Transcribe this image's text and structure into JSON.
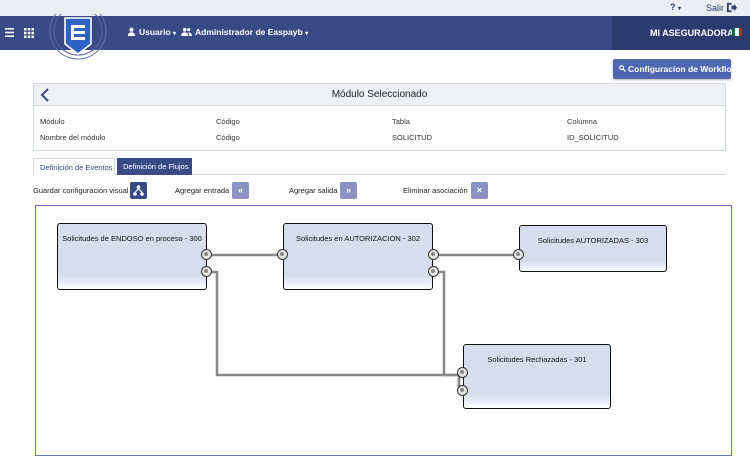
{
  "topbar": {
    "help_label": "?",
    "logout_label": "Salir"
  },
  "header": {
    "nav": [
      {
        "label": "Usuario",
        "icon": "user-icon"
      },
      {
        "label": "Administrador de Easpayb",
        "icon": "users-icon"
      }
    ],
    "brand": "MI ASEGURADORA",
    "flag_colors": [
      "#006847",
      "#ffffff",
      "#ce1126"
    ]
  },
  "workflow_button": {
    "label": "Configuracion de Workflow"
  },
  "module": {
    "title": "Módulo Seleccionado",
    "headers": [
      "Módulo",
      "Código",
      "Tabla",
      "Columna"
    ],
    "values": [
      "Nombre del módulo",
      "Código",
      "SOLICITUD",
      "ID_SOLICITUD"
    ]
  },
  "tabs": [
    {
      "label": "Definición de Eventos",
      "active": false
    },
    {
      "label": "Definición de Flujos",
      "active": true
    }
  ],
  "toolbar": {
    "save_label": "Guardar configuración visual",
    "add_input_label": "Agregar entrada",
    "add_input_glyph": "«",
    "add_output_label": "Agregar salida",
    "add_output_glyph": "»",
    "delete_label": "Eliminar asociación",
    "delete_glyph": "×"
  },
  "flow": {
    "nodes": [
      {
        "id": "n300",
        "title": "Solicitudes de ENDOSO en proceso - 300"
      },
      {
        "id": "n302",
        "title": "Solicitudes en AUTORIZACION - 302"
      },
      {
        "id": "n303",
        "title": "Solicitudes AUTORIZADAS - 303"
      },
      {
        "id": "n301",
        "title": "Solicitudes Rechazadas - 301"
      }
    ],
    "connections": [
      {
        "from": "n300",
        "to": "n302"
      },
      {
        "from": "n300",
        "to": "n301"
      },
      {
        "from": "n302",
        "to": "n303"
      },
      {
        "from": "n302",
        "to": "n301"
      }
    ]
  },
  "colors": {
    "primary": "#3a4a86",
    "accent": "#4f67b3",
    "node_fill": "#d6dded",
    "wire": "#888888"
  }
}
